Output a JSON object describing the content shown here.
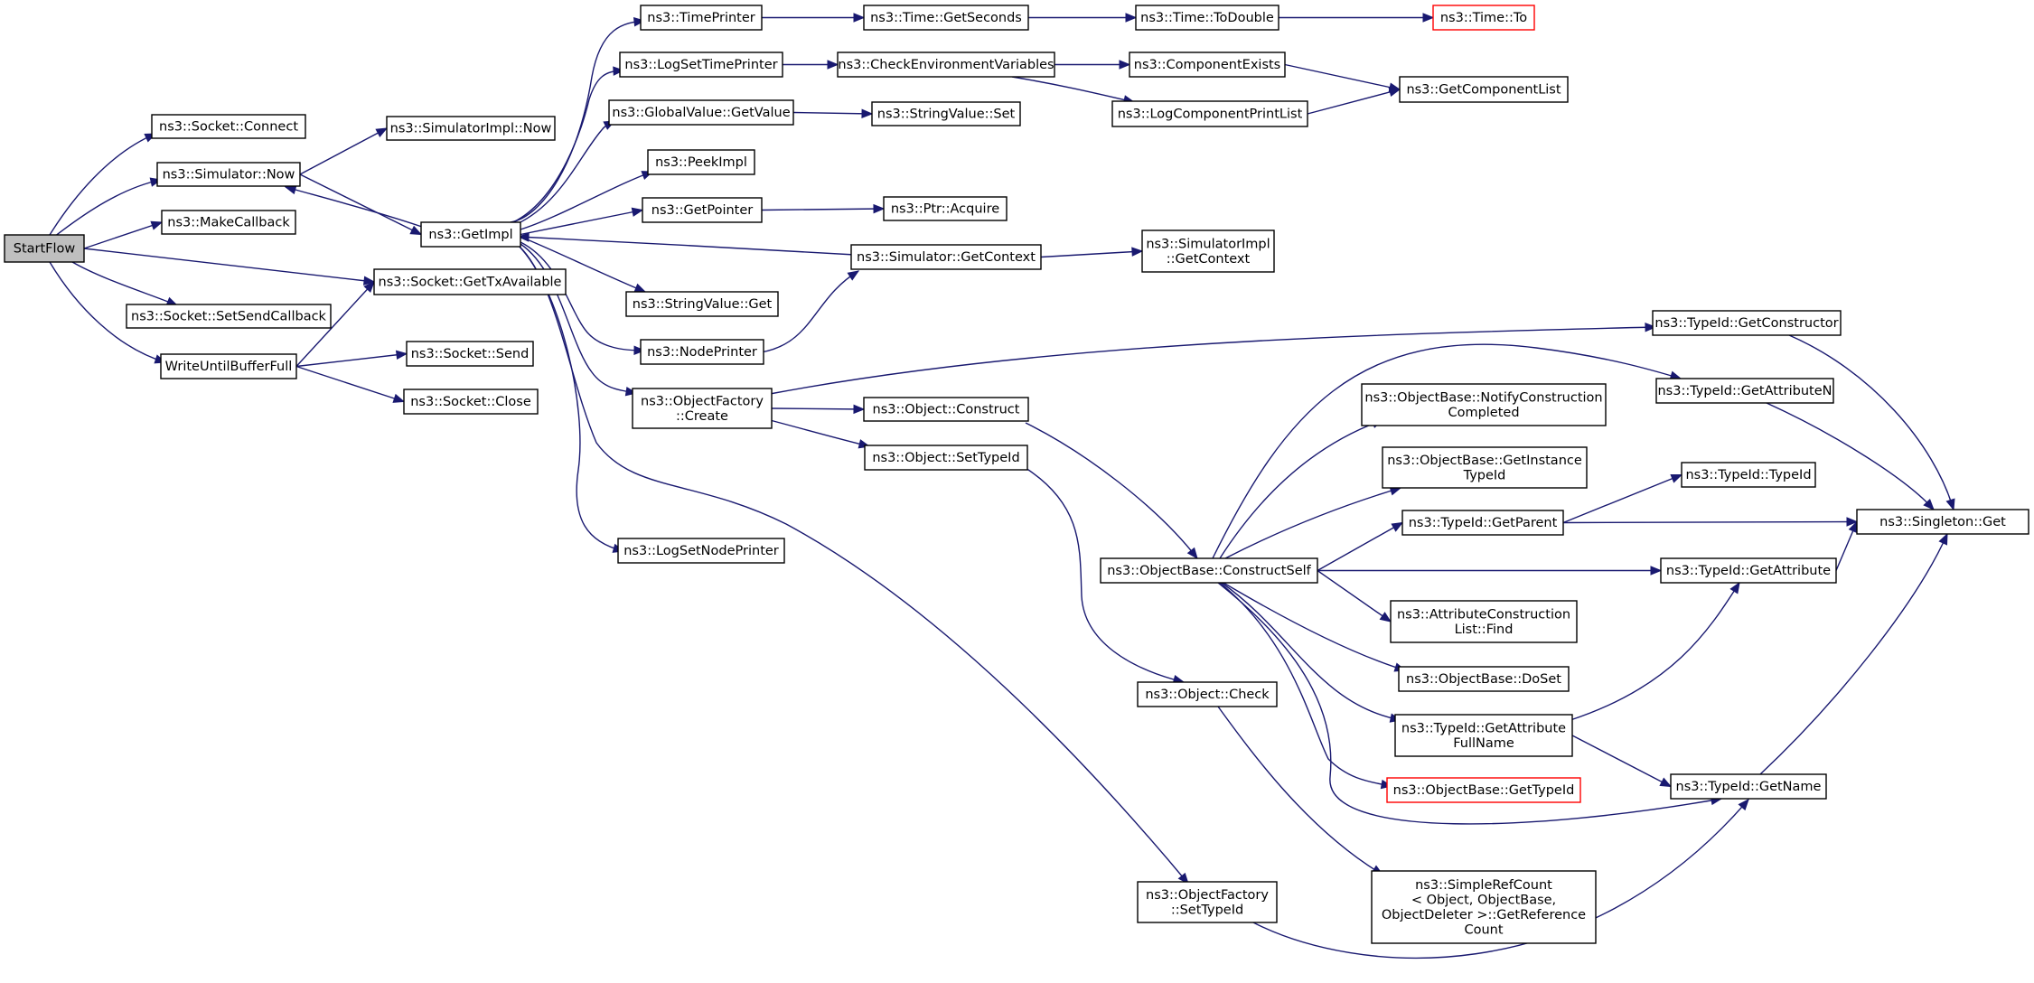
{
  "graph": {
    "colors": {
      "edge": "#191970",
      "node_border": "#000000",
      "root_fill": "#bfbfbf",
      "truncated_border": "#ff0000",
      "background": "#ffffff"
    },
    "nodes": [
      {
        "id": "startflow",
        "lines": [
          "StartFlow"
        ],
        "style": "root"
      },
      {
        "id": "socket_connect",
        "lines": [
          "ns3::Socket::Connect"
        ]
      },
      {
        "id": "simulator_now",
        "lines": [
          "ns3::Simulator::Now"
        ]
      },
      {
        "id": "makecallback",
        "lines": [
          "ns3::MakeCallback"
        ]
      },
      {
        "id": "socket_gettxavailable",
        "lines": [
          "ns3::Socket::GetTxAvailable"
        ]
      },
      {
        "id": "socket_setsendcallback",
        "lines": [
          "ns3::Socket::SetSendCallback"
        ]
      },
      {
        "id": "writeuntilbufferfull",
        "lines": [
          "WriteUntilBufferFull"
        ]
      },
      {
        "id": "simulatorimpl_now",
        "lines": [
          "ns3::SimulatorImpl::Now"
        ]
      },
      {
        "id": "getimpl",
        "lines": [
          "ns3::GetImpl"
        ]
      },
      {
        "id": "socket_send",
        "lines": [
          "ns3::Socket::Send"
        ]
      },
      {
        "id": "socket_close",
        "lines": [
          "ns3::Socket::Close"
        ]
      },
      {
        "id": "timeprinter",
        "lines": [
          "ns3::TimePrinter"
        ]
      },
      {
        "id": "logsettimeprinter",
        "lines": [
          "ns3::LogSetTimePrinter"
        ]
      },
      {
        "id": "globalvalue_getvalue",
        "lines": [
          "ns3::GlobalValue::GetValue"
        ]
      },
      {
        "id": "peekimpl",
        "lines": [
          "ns3::PeekImpl"
        ]
      },
      {
        "id": "getpointer",
        "lines": [
          "ns3::GetPointer"
        ]
      },
      {
        "id": "stringvalue_get",
        "lines": [
          "ns3::StringValue::Get"
        ]
      },
      {
        "id": "nodeprinter",
        "lines": [
          "ns3::NodePrinter"
        ]
      },
      {
        "id": "objectfactory_create",
        "lines": [
          "ns3::ObjectFactory",
          "::Create"
        ]
      },
      {
        "id": "logsetnodeprinter",
        "lines": [
          "ns3::LogSetNodePrinter"
        ]
      },
      {
        "id": "time_getseconds",
        "lines": [
          "ns3::Time::GetSeconds"
        ]
      },
      {
        "id": "checkenvironmentvariables",
        "lines": [
          "ns3::CheckEnvironmentVariables"
        ]
      },
      {
        "id": "stringvalue_set",
        "lines": [
          "ns3::StringValue::Set"
        ]
      },
      {
        "id": "ptr_acquire",
        "lines": [
          "ns3::Ptr::Acquire"
        ]
      },
      {
        "id": "simulator_getcontext",
        "lines": [
          "ns3::Simulator::GetContext"
        ]
      },
      {
        "id": "object_construct",
        "lines": [
          "ns3::Object::Construct"
        ]
      },
      {
        "id": "object_settypeid",
        "lines": [
          "ns3::Object::SetTypeId"
        ]
      },
      {
        "id": "time_todouble",
        "lines": [
          "ns3::Time::ToDouble"
        ]
      },
      {
        "id": "componentexists",
        "lines": [
          "ns3::ComponentExists"
        ]
      },
      {
        "id": "logcomponentprintlist",
        "lines": [
          "ns3::LogComponentPrintList"
        ]
      },
      {
        "id": "simulatorimpl_getcontext",
        "lines": [
          "ns3::SimulatorImpl",
          "::GetContext"
        ]
      },
      {
        "id": "objectbase_constructself",
        "lines": [
          "ns3::ObjectBase::ConstructSelf"
        ]
      },
      {
        "id": "object_check",
        "lines": [
          "ns3::Object::Check"
        ]
      },
      {
        "id": "objectfactory_settypeid",
        "lines": [
          "ns3::ObjectFactory",
          "::SetTypeId"
        ]
      },
      {
        "id": "time_to",
        "lines": [
          "ns3::Time::To"
        ],
        "style": "red"
      },
      {
        "id": "getcomponentlist",
        "lines": [
          "ns3::GetComponentList"
        ]
      },
      {
        "id": "notifyconstructioncompleted",
        "lines": [
          "ns3::ObjectBase::NotifyConstruction",
          "Completed"
        ]
      },
      {
        "id": "getinstancetypeid",
        "lines": [
          "ns3::ObjectBase::GetInstance",
          "TypeId"
        ]
      },
      {
        "id": "typeid_getparent",
        "lines": [
          "ns3::TypeId::GetParent"
        ]
      },
      {
        "id": "attributeconstructionlist_find",
        "lines": [
          "ns3::AttributeConstruction",
          "List::Find"
        ]
      },
      {
        "id": "objectbase_doset",
        "lines": [
          "ns3::ObjectBase::DoSet"
        ]
      },
      {
        "id": "typeid_getattributefullname",
        "lines": [
          "ns3::TypeId::GetAttribute",
          "FullName"
        ]
      },
      {
        "id": "objectbase_gettypeid",
        "lines": [
          "ns3::ObjectBase::GetTypeId"
        ],
        "style": "red"
      },
      {
        "id": "simplerefcount_getreferencecount",
        "lines": [
          "ns3::SimpleRefCount",
          "< Object, ObjectBase,",
          " ObjectDeleter >::GetReference",
          "Count"
        ]
      },
      {
        "id": "typeid_getconstructor",
        "lines": [
          "ns3::TypeId::GetConstructor"
        ]
      },
      {
        "id": "typeid_getattributen",
        "lines": [
          "ns3::TypeId::GetAttributeN"
        ]
      },
      {
        "id": "typeid_typeid",
        "lines": [
          "ns3::TypeId::TypeId"
        ]
      },
      {
        "id": "typeid_getattribute",
        "lines": [
          "ns3::TypeId::GetAttribute"
        ]
      },
      {
        "id": "typeid_getname",
        "lines": [
          "ns3::TypeId::GetName"
        ]
      },
      {
        "id": "singleton_get",
        "lines": [
          "ns3::Singleton::Get"
        ]
      }
    ],
    "edges": [
      [
        "startflow",
        "socket_connect"
      ],
      [
        "startflow",
        "simulator_now"
      ],
      [
        "startflow",
        "makecallback"
      ],
      [
        "startflow",
        "socket_gettxavailable"
      ],
      [
        "startflow",
        "socket_setsendcallback"
      ],
      [
        "startflow",
        "writeuntilbufferfull"
      ],
      [
        "simulator_now",
        "simulatorimpl_now"
      ],
      [
        "simulator_now",
        "getimpl"
      ],
      [
        "getimpl",
        "simulator_now"
      ],
      [
        "getimpl",
        "timeprinter"
      ],
      [
        "getimpl",
        "logsettimeprinter"
      ],
      [
        "getimpl",
        "globalvalue_getvalue"
      ],
      [
        "getimpl",
        "peekimpl"
      ],
      [
        "getimpl",
        "getpointer"
      ],
      [
        "getimpl",
        "stringvalue_get"
      ],
      [
        "getimpl",
        "nodeprinter"
      ],
      [
        "getimpl",
        "objectfactory_create"
      ],
      [
        "getimpl",
        "logsetnodeprinter"
      ],
      [
        "getimpl",
        "objectfactory_settypeid"
      ],
      [
        "simulator_getcontext",
        "getimpl"
      ],
      [
        "nodeprinter",
        "simulator_getcontext"
      ],
      [
        "writeuntilbufferfull",
        "socket_gettxavailable"
      ],
      [
        "writeuntilbufferfull",
        "socket_send"
      ],
      [
        "writeuntilbufferfull",
        "socket_close"
      ],
      [
        "timeprinter",
        "time_getseconds"
      ],
      [
        "time_getseconds",
        "time_todouble"
      ],
      [
        "time_todouble",
        "time_to"
      ],
      [
        "logsettimeprinter",
        "checkenvironmentvariables"
      ],
      [
        "checkenvironmentvariables",
        "componentexists"
      ],
      [
        "checkenvironmentvariables",
        "logcomponentprintlist"
      ],
      [
        "componentexists",
        "getcomponentlist"
      ],
      [
        "logcomponentprintlist",
        "getcomponentlist"
      ],
      [
        "globalvalue_getvalue",
        "stringvalue_set"
      ],
      [
        "getpointer",
        "ptr_acquire"
      ],
      [
        "simulator_getcontext",
        "simulatorimpl_getcontext"
      ],
      [
        "objectfactory_create",
        "typeid_getconstructor"
      ],
      [
        "objectfactory_create",
        "object_construct"
      ],
      [
        "objectfactory_create",
        "object_settypeid"
      ],
      [
        "object_construct",
        "objectbase_constructself"
      ],
      [
        "object_settypeid",
        "object_check"
      ],
      [
        "object_check",
        "simplerefcount_getreferencecount"
      ],
      [
        "objectfactory_settypeid",
        "typeid_getname"
      ],
      [
        "objectbase_constructself",
        "typeid_getattributen"
      ],
      [
        "objectbase_constructself",
        "notifyconstructioncompleted"
      ],
      [
        "objectbase_constructself",
        "getinstancetypeid"
      ],
      [
        "objectbase_constructself",
        "typeid_getparent"
      ],
      [
        "objectbase_constructself",
        "typeid_getattribute"
      ],
      [
        "objectbase_constructself",
        "attributeconstructionlist_find"
      ],
      [
        "objectbase_constructself",
        "objectbase_doset"
      ],
      [
        "objectbase_constructself",
        "typeid_getattributefullname"
      ],
      [
        "objectbase_constructself",
        "objectbase_gettypeid"
      ],
      [
        "objectbase_constructself",
        "typeid_getname"
      ],
      [
        "typeid_getparent",
        "typeid_typeid"
      ],
      [
        "typeid_getparent",
        "singleton_get"
      ],
      [
        "typeid_getattribute",
        "singleton_get"
      ],
      [
        "typeid_getconstructor",
        "singleton_get"
      ],
      [
        "typeid_getattributen",
        "singleton_get"
      ],
      [
        "typeid_getname",
        "singleton_get"
      ],
      [
        "typeid_getattributefullname",
        "typeid_getattribute"
      ],
      [
        "typeid_getattributefullname",
        "typeid_getname"
      ]
    ]
  }
}
